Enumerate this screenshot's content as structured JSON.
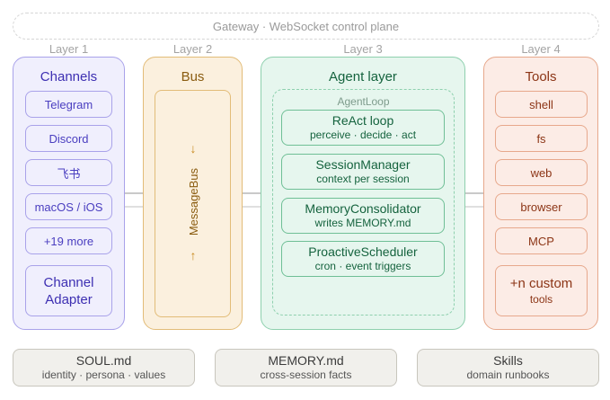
{
  "gateway": "Gateway · WebSocket control plane",
  "layers": [
    "Layer 1",
    "Layer 2",
    "Layer 3",
    "Layer 4"
  ],
  "channels": {
    "title": "Channels",
    "items": [
      "Telegram",
      "Discord",
      "飞书",
      "macOS / iOS",
      "+19 more"
    ],
    "adapter_line1": "Channel",
    "adapter_line2": "Adapter"
  },
  "bus": {
    "title": "Bus",
    "label": "MessageBus",
    "arrow_top": "↓",
    "arrow_bottom": "↑"
  },
  "agent": {
    "title": "Agent layer",
    "loop_label": "AgentLoop",
    "boxes": [
      {
        "title": "ReAct loop",
        "sub": "perceive · decide · act"
      },
      {
        "title": "SessionManager",
        "sub": "context per session"
      },
      {
        "title": "MemoryConsolidator",
        "sub": "writes MEMORY.md"
      },
      {
        "title": "ProactiveScheduler",
        "sub": "cron · event triggers"
      }
    ]
  },
  "tools": {
    "title": "Tools",
    "items": [
      "shell",
      "fs",
      "web",
      "browser",
      "MCP"
    ],
    "custom_line1": "+n custom",
    "custom_line2": "tools"
  },
  "bottom": [
    {
      "title": "SOUL.md",
      "sub": "identity · persona · values"
    },
    {
      "title": "MEMORY.md",
      "sub": "cross-session facts"
    },
    {
      "title": "Skills",
      "sub": "domain runbooks"
    }
  ],
  "colors": {
    "channels": "#a9a2ea",
    "bus": "#e2bc78",
    "agent": "#8ed0ae",
    "tools": "#e7a88c",
    "storage": "#c8c6bd"
  }
}
